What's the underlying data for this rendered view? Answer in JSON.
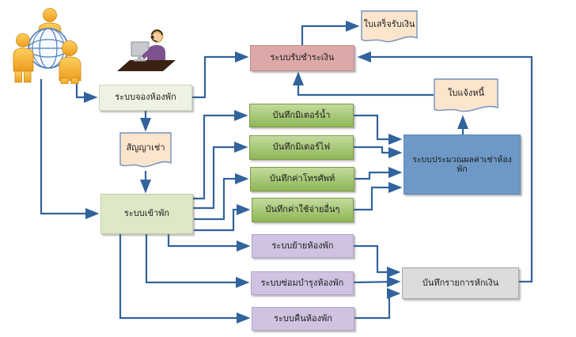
{
  "diagram": {
    "description": "Dormitory / room rental system flow diagram",
    "icons": {
      "customers": "three-people-around-globe-icon",
      "receptionist": "operator-at-computer-icon"
    },
    "nodes": {
      "booking": {
        "label": "ระบบจองห้องพัก",
        "type": "system"
      },
      "contract_doc": {
        "label": "สัญญาเช่า",
        "type": "document"
      },
      "checkin": {
        "label": "ระบบเข้าพัก",
        "type": "system"
      },
      "water_meter": {
        "label": "บันทึกมิเตอร์น้ำ",
        "type": "record"
      },
      "electric_meter": {
        "label": "บันทึกมิเตอร์ไฟ",
        "type": "record"
      },
      "telephone": {
        "label": "บันทึกค่าโทรศัพท์",
        "type": "record"
      },
      "other_expenses": {
        "label": "บันทึกค่าใช้จ่ายอื่นๆ",
        "type": "record"
      },
      "processing": {
        "label": "ระบบประมวณผลค่าเช่าห้องพัก",
        "type": "process"
      },
      "invoice_doc": {
        "label": "ใบแจ้งหนี้",
        "type": "document"
      },
      "payment": {
        "label": "ระบบรับชำระเงิน",
        "type": "system"
      },
      "receipt_doc": {
        "label": "ใบเสร็จรับเงิน",
        "type": "document"
      },
      "move_room": {
        "label": "ระบบย้ายห้องพัก",
        "type": "subsystem"
      },
      "maintenance": {
        "label": "ระบบซ่อมบำรุงห้องพัก",
        "type": "subsystem"
      },
      "return_room": {
        "label": "ระบบคืนห้องพัก",
        "type": "subsystem"
      },
      "deduction": {
        "label": "บันทึกรายการหักเงิน",
        "type": "record-gray"
      }
    },
    "edges": [
      {
        "from": "customers",
        "to": "booking"
      },
      {
        "from": "customers",
        "to": "checkin"
      },
      {
        "from": "booking",
        "to": "payment"
      },
      {
        "from": "booking",
        "to": "contract_doc"
      },
      {
        "from": "contract_doc",
        "to": "checkin"
      },
      {
        "from": "checkin",
        "to": "water_meter"
      },
      {
        "from": "checkin",
        "to": "electric_meter"
      },
      {
        "from": "checkin",
        "to": "telephone"
      },
      {
        "from": "checkin",
        "to": "other_expenses"
      },
      {
        "from": "checkin",
        "to": "move_room"
      },
      {
        "from": "checkin",
        "to": "maintenance"
      },
      {
        "from": "checkin",
        "to": "return_room"
      },
      {
        "from": "water_meter",
        "to": "processing"
      },
      {
        "from": "electric_meter",
        "to": "processing"
      },
      {
        "from": "telephone",
        "to": "processing"
      },
      {
        "from": "other_expenses",
        "to": "processing"
      },
      {
        "from": "processing",
        "to": "invoice_doc"
      },
      {
        "from": "invoice_doc",
        "to": "payment"
      },
      {
        "from": "payment",
        "to": "receipt_doc"
      },
      {
        "from": "move_room",
        "to": "deduction"
      },
      {
        "from": "maintenance",
        "to": "deduction"
      },
      {
        "from": "return_room",
        "to": "deduction"
      },
      {
        "from": "deduction",
        "to": "payment"
      }
    ],
    "colors": {
      "connector": "#31639c",
      "system_pale_green": "#eef2e2",
      "checkin_green": "#dde8c6",
      "record_green": "#9cc161",
      "payment_pink": "#dda8a8",
      "processing_blue": "#6e98c6",
      "subsystem_purple": "#cfc3e1",
      "deduction_gray": "#dcdcdc",
      "document_peach": "#fce5cd",
      "people_orange": "#f2a62c"
    }
  }
}
